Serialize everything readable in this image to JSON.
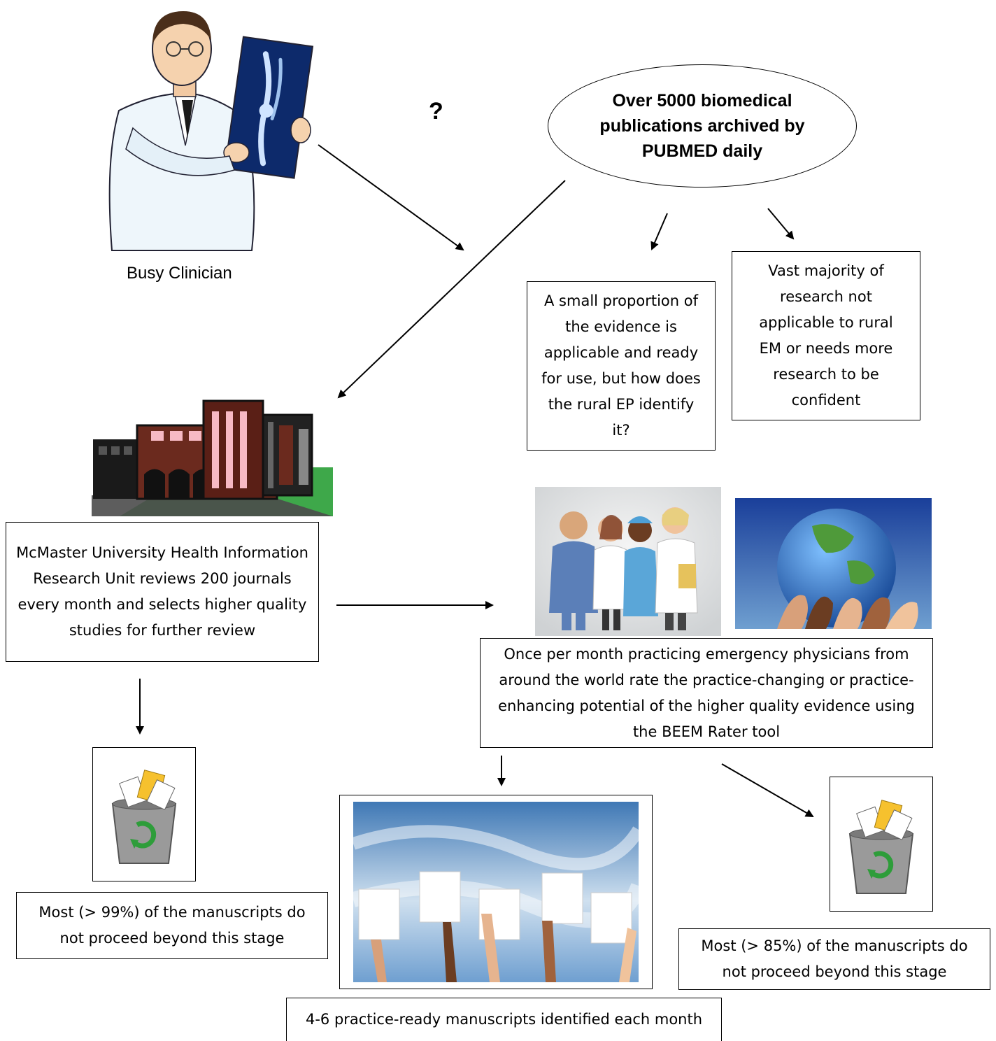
{
  "question_mark": "?",
  "clinician": {
    "label": "Busy Clinician",
    "icon": "doctor-xray-icon"
  },
  "pubmed": {
    "text": "Over 5000 biomedical publications archived by PUBMED daily"
  },
  "small_proportion": {
    "text": "A small proportion of the evidence is applicable and ready for use, but how does the rural EP identify it?"
  },
  "vast_majority": {
    "text": "Vast majority of research not applicable to rural EM or needs more research to be confident"
  },
  "mcmaster": {
    "icon": "university-building-icon",
    "text": "McMaster University Health Information Research Unit reviews 200 journals every month and selects higher quality studies for further review"
  },
  "physicians": {
    "photos": [
      "physicians-group-photo",
      "hands-holding-globe-photo"
    ],
    "text": "Once per month practicing emergency physicians from around the world rate the practice-changing or practice-enhancing potential of the higher quality evidence using the BEEM Rater tool"
  },
  "trash_left": {
    "icon": "recycle-bin-icon",
    "text": "Most (> 99%) of the manuscripts do not proceed beyond this stage"
  },
  "trash_right": {
    "icon": "recycle-bin-icon",
    "text": "Most (> 85%) of the manuscripts do not proceed beyond this stage"
  },
  "practice_ready": {
    "icon": "hands-holding-papers-sky-photo",
    "text": "4-6 practice-ready manuscripts identified each month"
  },
  "colors": {
    "lawn": "#3ea84a",
    "building_brick": "#6b2a1e",
    "window_pink": "#f7b9c4",
    "sky": "#6f9fd0"
  }
}
